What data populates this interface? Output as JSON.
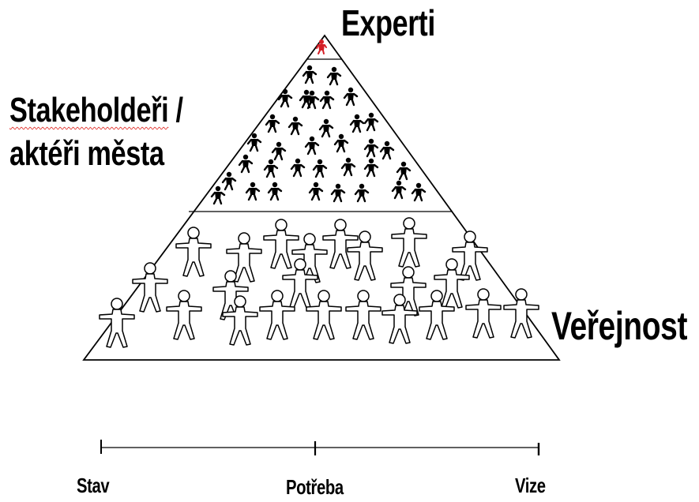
{
  "pyramid": {
    "levels": [
      {
        "name": "Experti",
        "color": "#d41f26"
      },
      {
        "name": "Stakeholdeři / aktéři města",
        "lines": [
          "Stakeholdeři /",
          "aktéři města"
        ],
        "color": "#000000"
      },
      {
        "name": "Veřejnost",
        "color": "#000000"
      }
    ]
  },
  "timeline": {
    "labels": [
      "Stav",
      "Potřeba",
      "Vize"
    ]
  },
  "icons": {
    "expert": "red-person-icon",
    "stakeholder": "black-person-icon",
    "public": "outline-person-icon"
  }
}
